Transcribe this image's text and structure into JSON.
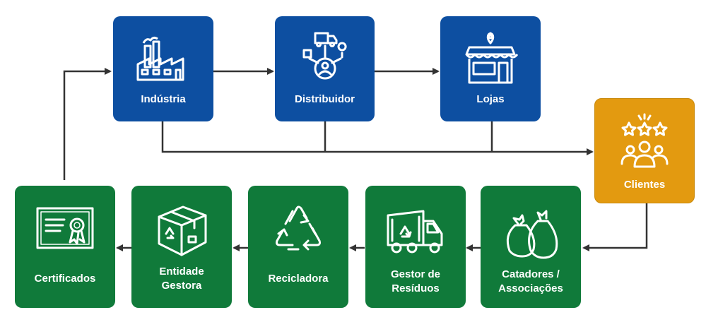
{
  "nodes": {
    "industria": "Indústria",
    "distribuidor": "Distribuidor",
    "lojas": "Lojas",
    "clientes": "Clientes",
    "catadores_line1": "Catadores /",
    "catadores_line2": "Associações",
    "gestor_line1": "Gestor de",
    "gestor_line2": "Resíduos",
    "recicladora": "Recicladora",
    "entidade_line1": "Entidade",
    "entidade_line2": "Gestora",
    "certificados": "Certificados"
  },
  "colors": {
    "blue": "#0d4fa1",
    "green": "#107a3a",
    "orange": "#e39a10",
    "arrow": "#333333"
  },
  "icons": {
    "industria": "factory-icon",
    "distribuidor": "delivery-network-icon",
    "lojas": "store-icon",
    "clientes": "rated-customers-icon",
    "catadores": "garbage-bags-icon",
    "gestor": "garbage-truck-icon",
    "recicladora": "recycle-icon",
    "entidade": "recycled-box-icon",
    "certificados": "certificate-icon"
  }
}
